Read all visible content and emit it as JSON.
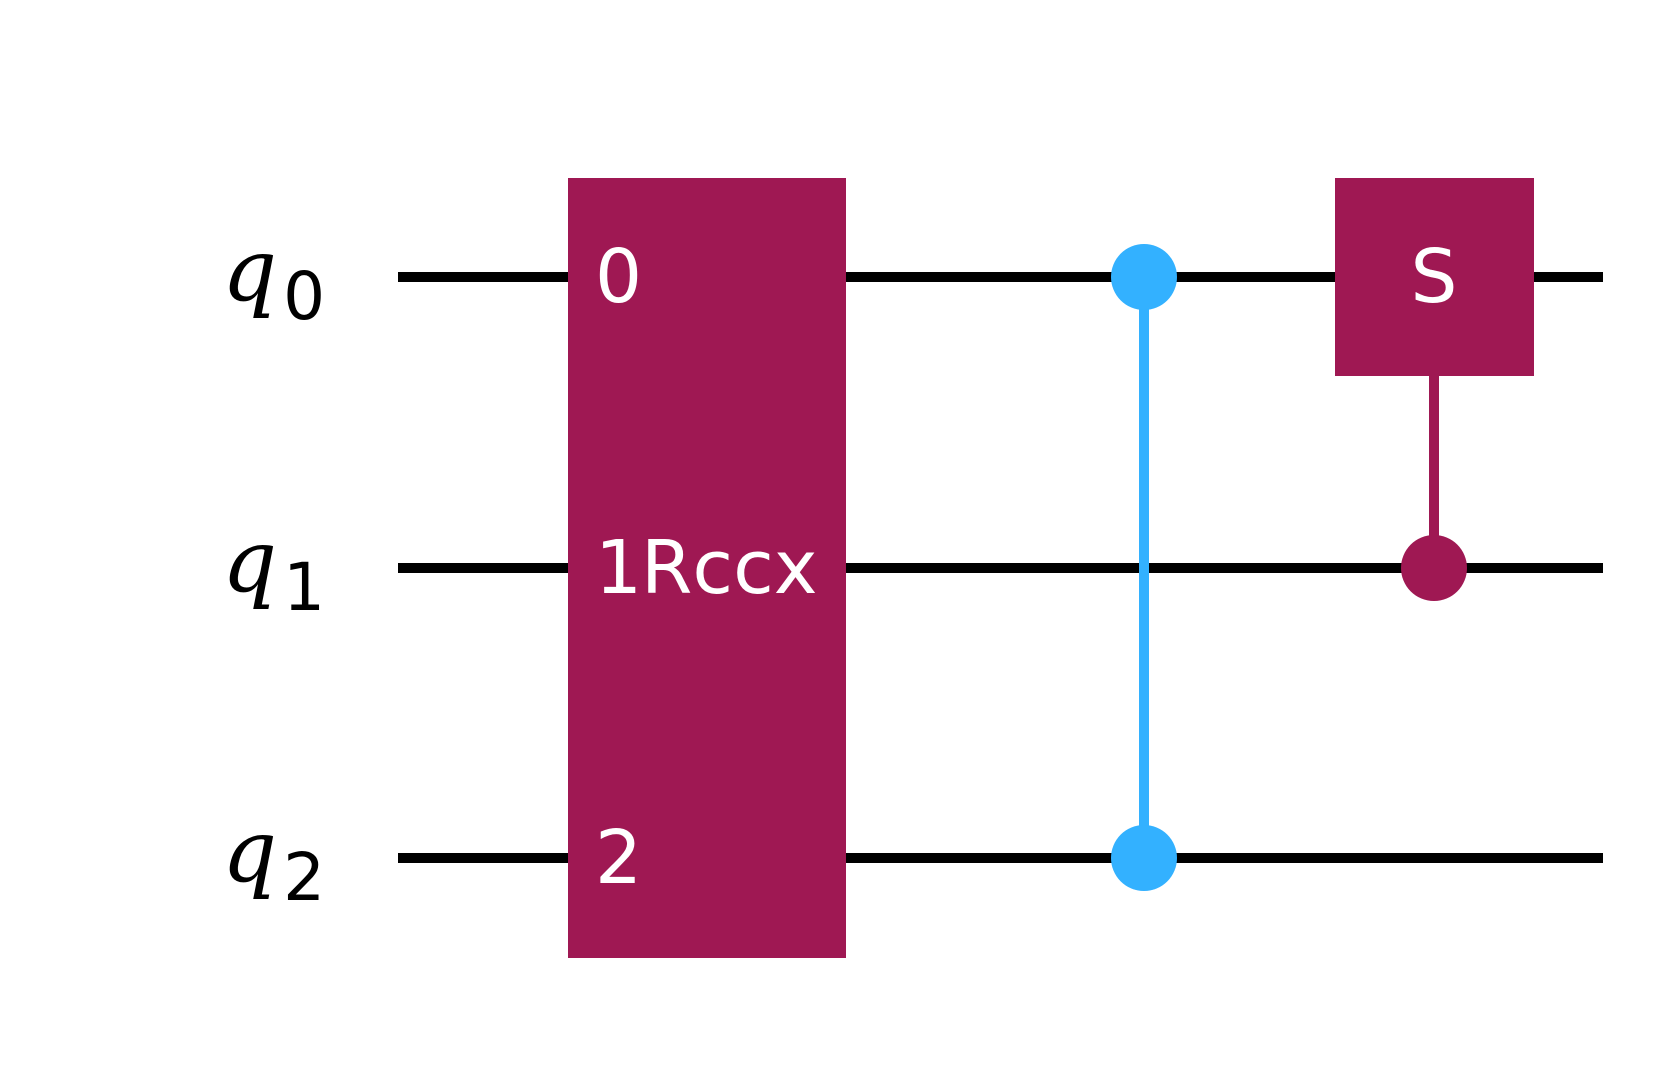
{
  "colors": {
    "wire": "#000000",
    "gate_fill": "#9f1853",
    "gate_text": "#ffffff",
    "cz_control": "#33b1ff",
    "cs_control": "#9f1853"
  },
  "qubits": [
    {
      "name": "q",
      "index": "0"
    },
    {
      "name": "q",
      "index": "1"
    },
    {
      "name": "q",
      "index": "2"
    }
  ],
  "gates": {
    "rccx": {
      "name": "Rccx",
      "port_labels": [
        "0",
        "1",
        "2"
      ],
      "qubits": [
        0,
        1,
        2
      ]
    },
    "cz": {
      "controls": [
        0,
        2
      ]
    },
    "cs": {
      "label": "S",
      "target": 0,
      "control": 1
    }
  }
}
